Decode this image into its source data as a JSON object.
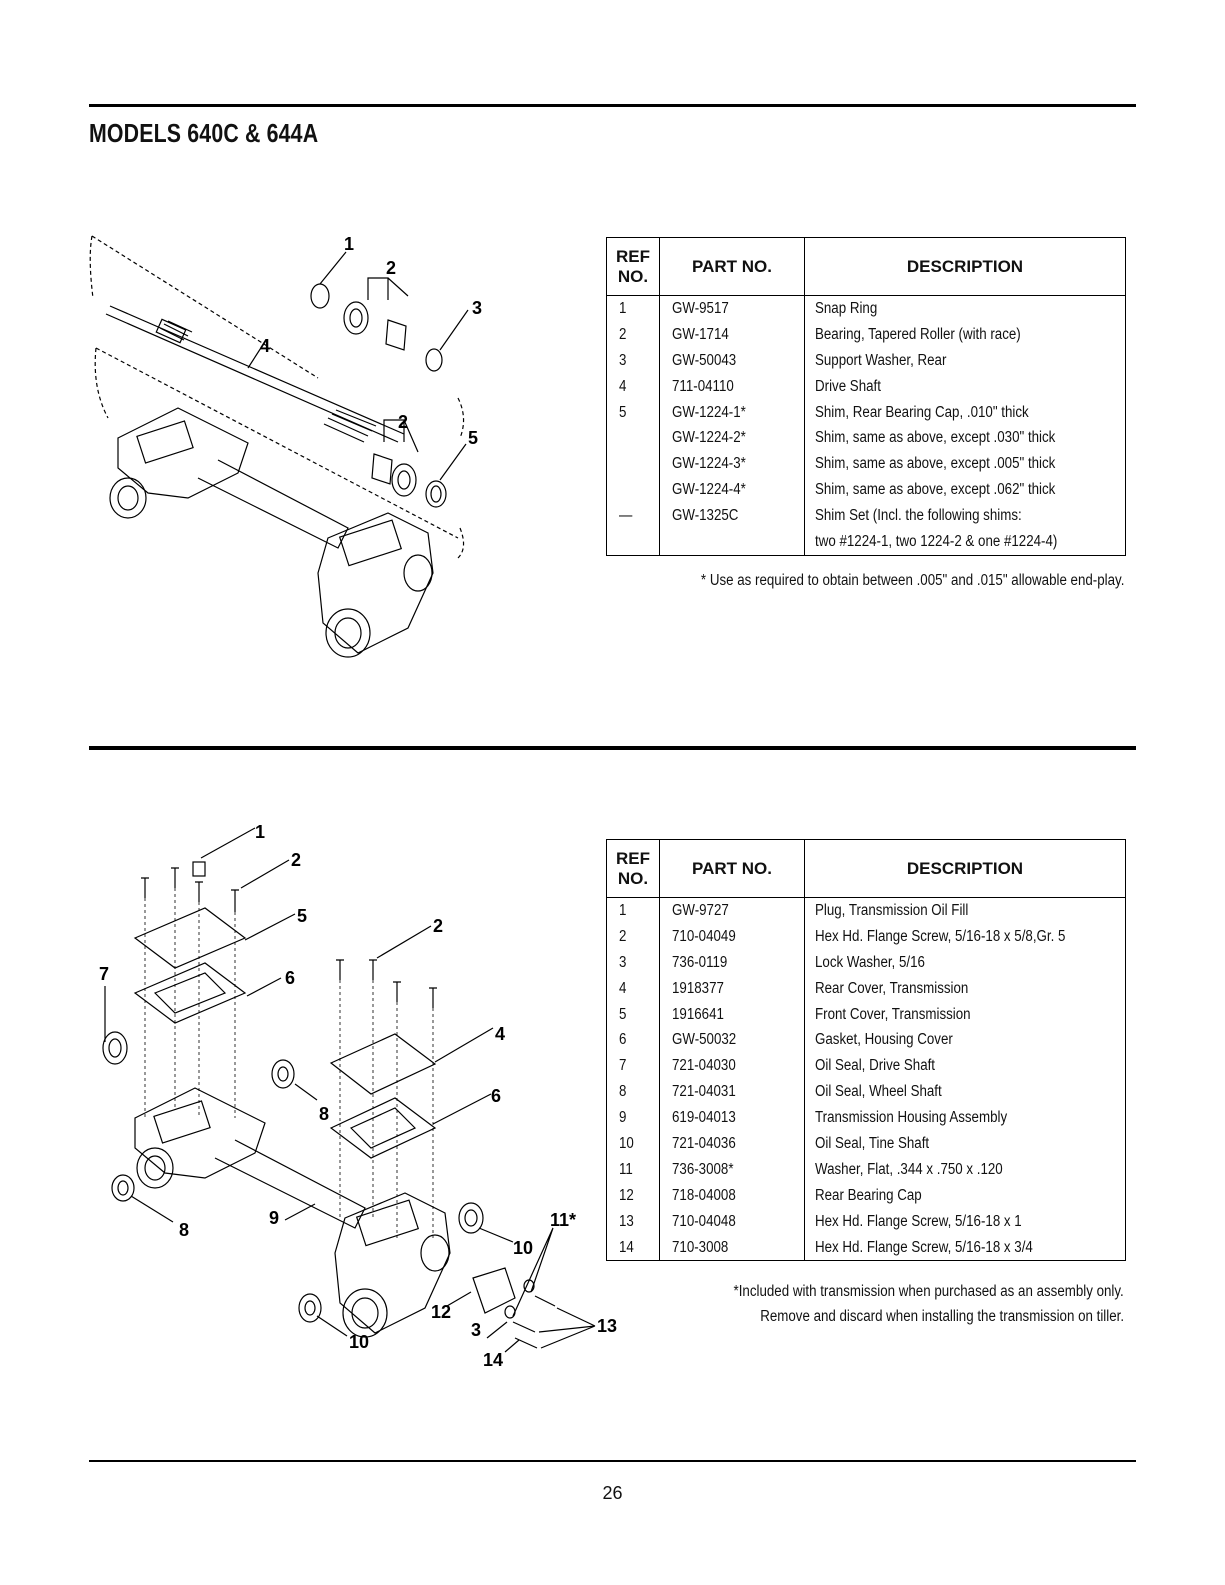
{
  "header": {
    "title": "MODELS 640C & 644A"
  },
  "table_columns": {
    "ref": "REF NO.",
    "ref_line1": "REF",
    "ref_line2": "NO.",
    "part": "PART NO.",
    "desc": "DESCRIPTION"
  },
  "section1": {
    "callouts": [
      "1",
      "2",
      "3",
      "4",
      "2",
      "5"
    ],
    "rows": [
      {
        "ref": "1",
        "part": "GW-9517",
        "desc": "Snap Ring"
      },
      {
        "ref": "2",
        "part": "GW-1714",
        "desc": "Bearing, Tapered Roller (with race)"
      },
      {
        "ref": "3",
        "part": "GW-50043",
        "desc": "Support Washer, Rear"
      },
      {
        "ref": "4",
        "part": "711-04110",
        "desc": "Drive Shaft"
      },
      {
        "ref": "5",
        "part": "GW-1224-1*",
        "desc": "Shim, Rear Bearing Cap, .010\" thick"
      },
      {
        "ref": "",
        "part": "GW-1224-2*",
        "desc": "Shim, same as above, except  .030\" thick"
      },
      {
        "ref": "",
        "part": "GW-1224-3*",
        "desc": "Shim, same as above, except .005\" thick"
      },
      {
        "ref": "",
        "part": "GW-1224-4*",
        "desc": "Shim, same as above, except  .062\" thick"
      },
      {
        "ref": "—",
        "part": "GW-1325C",
        "desc": "Shim Set (Incl. the following shims:"
      },
      {
        "ref": "",
        "part": "",
        "desc": "two #1224-1, two 1224-2 & one #1224-4)"
      }
    ],
    "note": "* Use as required to obtain between .005\" and .015\" allowable end-play."
  },
  "section2": {
    "callouts": [
      "1",
      "2",
      "5",
      "2",
      "7",
      "6",
      "4",
      "6",
      "8",
      "8",
      "9",
      "10",
      "11*",
      "12",
      "3",
      "13",
      "14",
      "10"
    ],
    "rows": [
      {
        "ref": "1",
        "part": "GW-9727",
        "desc": "Plug, Transmission Oil Fill"
      },
      {
        "ref": "2",
        "part": "710-04049",
        "desc": "Hex Hd. Flange Screw, 5/16-18 x 5/8,Gr. 5"
      },
      {
        "ref": "3",
        "part": "736-0119",
        "desc": "Lock Washer, 5/16"
      },
      {
        "ref": "4",
        "part": "1918377",
        "desc": "Rear Cover, Transmission"
      },
      {
        "ref": "5",
        "part": "1916641",
        "desc": "Front Cover, Transmission"
      },
      {
        "ref": "6",
        "part": "GW-50032",
        "desc": "Gasket, Housing Cover"
      },
      {
        "ref": "7",
        "part": "721-04030",
        "desc": "Oil Seal, Drive Shaft"
      },
      {
        "ref": "8",
        "part": "721-04031",
        "desc": "Oil Seal, Wheel Shaft"
      },
      {
        "ref": "9",
        "part": "619-04013",
        "desc": "Transmission Housing Assembly"
      },
      {
        "ref": "10",
        "part": "721-04036",
        "desc": "Oil Seal, Tine Shaft"
      },
      {
        "ref": "11",
        "part": "736-3008*",
        "desc": "Washer, Flat, .344 x .750 x .120"
      },
      {
        "ref": "12",
        "part": "718-04008",
        "desc": "Rear Bearing Cap"
      },
      {
        "ref": "13",
        "part": "710-04048",
        "desc": "Hex Hd. Flange Screw, 5/16-18 x 1"
      },
      {
        "ref": "14",
        "part": "710-3008",
        "desc": "Hex Hd. Flange Screw, 5/16-18 x 3/4"
      }
    ],
    "note_line1": "*Included with transmission when purchased as an assembly only.",
    "note_line2": "Remove and discard when installing the transmission on tiller."
  },
  "footer": {
    "page_number": "26"
  }
}
